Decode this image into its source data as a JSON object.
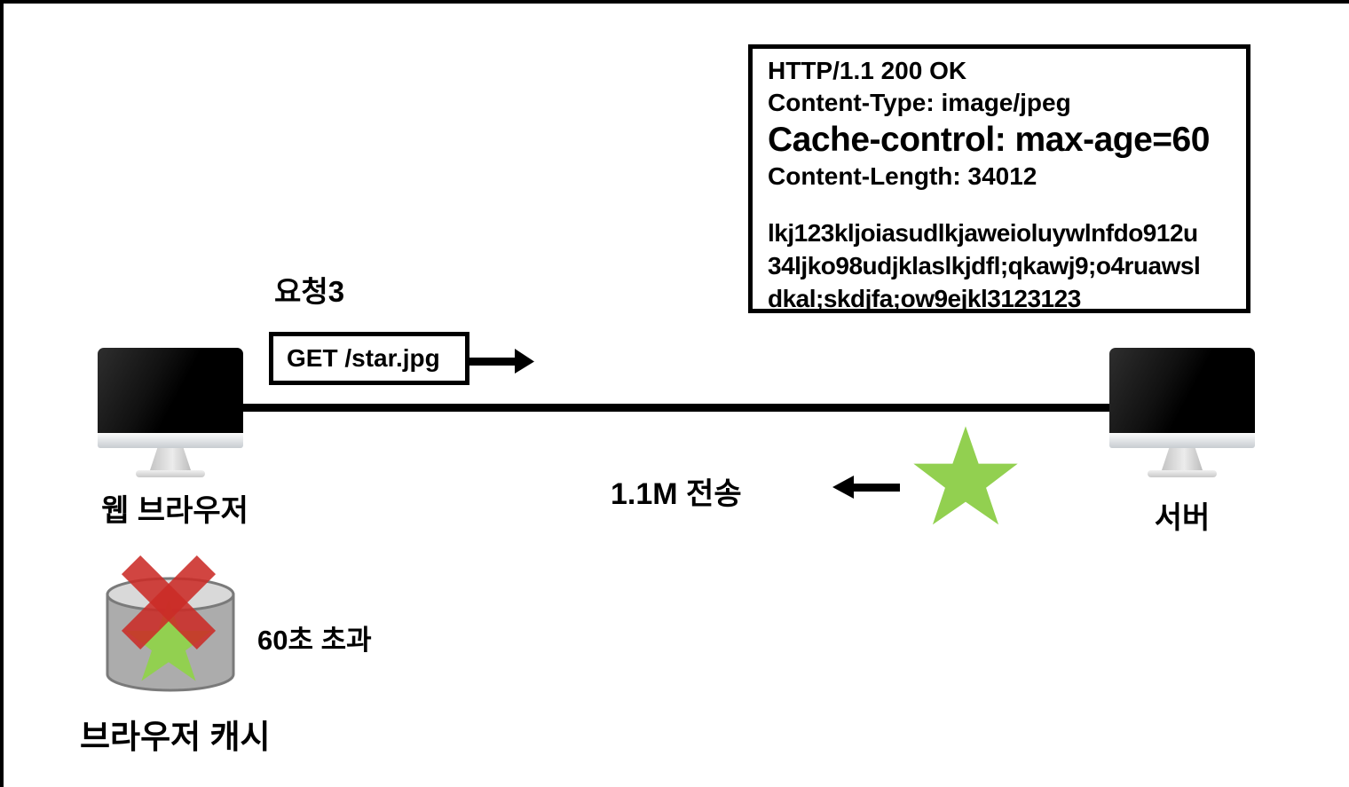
{
  "response_box": {
    "status_line": "HTTP/1.1 200 OK",
    "content_type": "Content-Type: image/jpeg",
    "cache_control": "Cache-control: max-age=60",
    "content_length": "Content-Length: 34012",
    "body_line1": "lkj123kljoiasudlkjaweioluywlnfdo912u",
    "body_line2": "34ljko98udjklaslkjdfl;qkawj9;o4ruawsl",
    "body_line3": "dkal;skdjfa;ow9ejkl3123123"
  },
  "request": {
    "label": "요청3",
    "message": "GET /star.jpg"
  },
  "transfer": {
    "label": "1.1M 전송"
  },
  "nodes": {
    "browser_label": "웹 브라우저",
    "server_label": "서버",
    "cache_label": "브라우저 캐시"
  },
  "cache": {
    "expiry_note": "60초 초과"
  },
  "colors": {
    "star_green": "#92D050",
    "cross_red": "#CB2B27",
    "cylinder_body": "#ACACAC",
    "cylinder_top": "#D9D9D9",
    "cylinder_stroke": "#7A7A7A",
    "line_black": "#000000"
  }
}
